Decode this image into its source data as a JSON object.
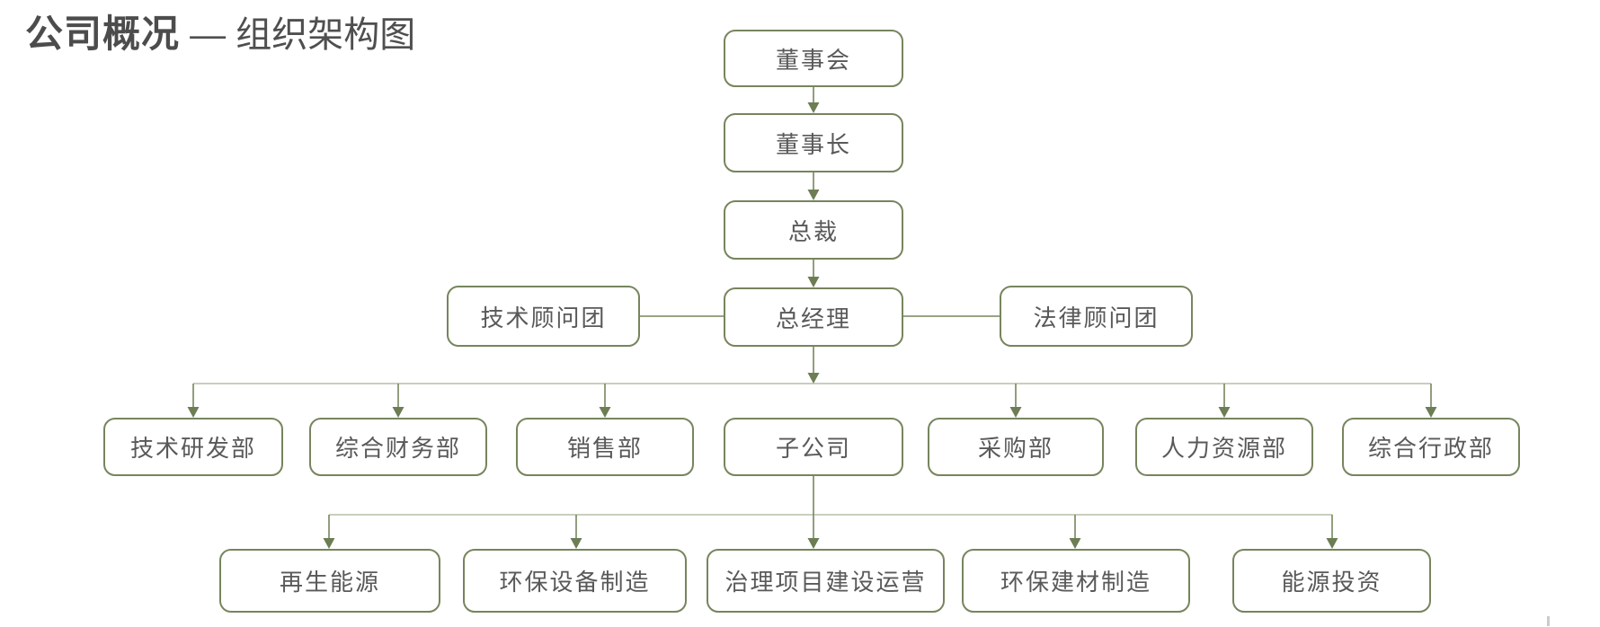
{
  "title": {
    "bold": "公司概况",
    "rest": " — 组织架构图"
  },
  "colors": {
    "node_border": "#76855d",
    "connector": "#76855d",
    "bus_line": "#b6bfa5",
    "arrow": "#6d7d54",
    "node_text": "#595959",
    "title_text": "#4c4c4c"
  },
  "org": {
    "chain": [
      {
        "id": "board",
        "label": "董事会"
      },
      {
        "id": "chairman",
        "label": "董事长"
      },
      {
        "id": "president",
        "label": "总裁"
      },
      {
        "id": "general-manager",
        "label": "总经理"
      }
    ],
    "advisors": [
      {
        "id": "tech-advisory",
        "label": "技术顾问团"
      },
      {
        "id": "legal-advisory",
        "label": "法律顾问团"
      }
    ],
    "departments": [
      {
        "id": "rd-dept",
        "label": "技术研发部"
      },
      {
        "id": "finance-dept",
        "label": "综合财务部"
      },
      {
        "id": "sales-dept",
        "label": "销售部"
      },
      {
        "id": "subsidiaries",
        "label": "子公司"
      },
      {
        "id": "procurement-dept",
        "label": "采购部"
      },
      {
        "id": "hr-dept",
        "label": "人力资源部"
      },
      {
        "id": "admin-dept",
        "label": "综合行政部"
      }
    ],
    "subsidiaries": [
      {
        "id": "renewable-energy",
        "label": "再生能源"
      },
      {
        "id": "env-equipment-mfg",
        "label": "环保设备制造"
      },
      {
        "id": "treatment-projects",
        "label": "治理项目建设运营"
      },
      {
        "id": "env-materials-mfg",
        "label": "环保建材制造"
      },
      {
        "id": "energy-investment",
        "label": "能源投资"
      }
    ]
  }
}
